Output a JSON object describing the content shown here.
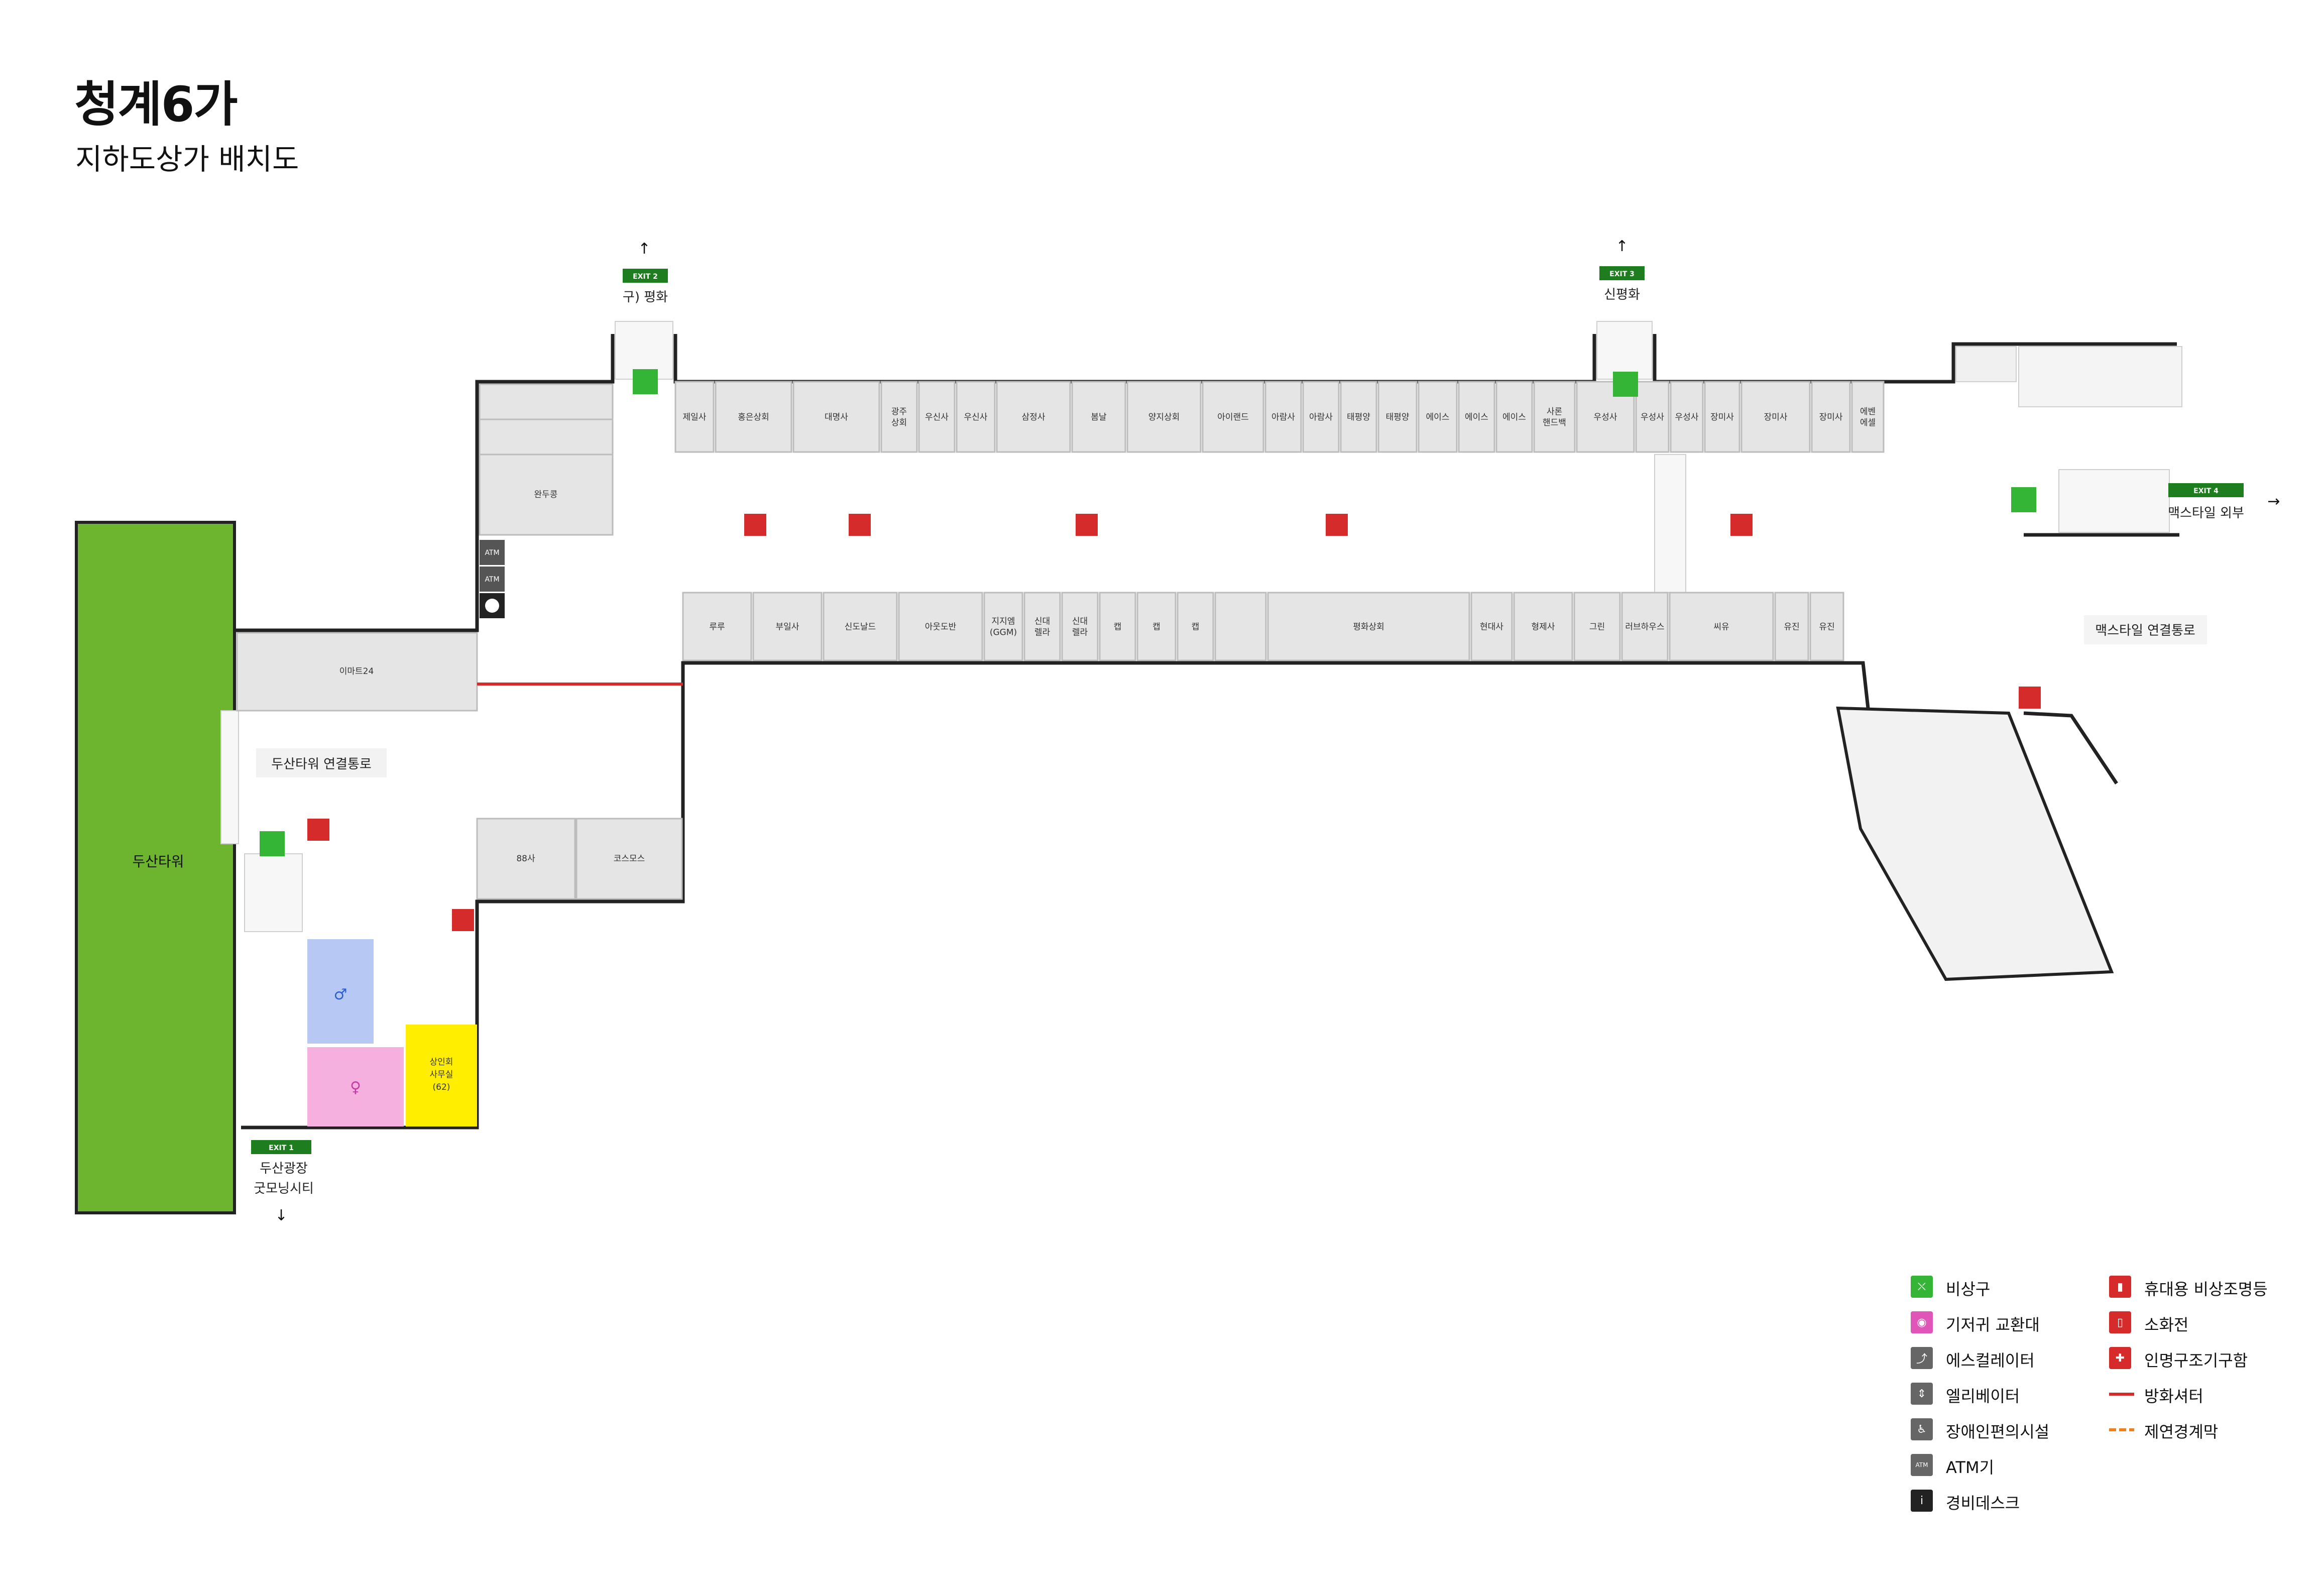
{
  "header": {
    "title": "청계6가",
    "subtitle": "지하도상가 배치도"
  },
  "exits": {
    "exit1": {
      "badge": "EXIT 1",
      "line1": "두산광장",
      "line2": "굿모닝시티"
    },
    "exit2": {
      "badge": "EXIT 2",
      "label": "구) 평화"
    },
    "exit3": {
      "badge": "EXIT 3",
      "label": "신평화"
    },
    "exit4": {
      "badge": "EXIT 4",
      "label": "맥스타일 외부"
    }
  },
  "areas": {
    "doosan_tower": "두산타워",
    "doosan_link": "두산타워 연결통로",
    "maxstyle_link": "맥스타일 연결통로",
    "emart24": "이마트24",
    "wandugong": "완두콩",
    "shop88": "88사",
    "cosmos": "코스모스",
    "office": [
      "상인회",
      "사무실",
      "(62)"
    ]
  },
  "top_shops": [
    "제일사",
    "홍은상회",
    "대명사",
    "광주\n상회",
    "우신사",
    "우신사",
    "삼정사",
    "봄날",
    "양지상회",
    "아이랜드",
    "아람사",
    "아람사",
    "태평양",
    "태평양",
    "에이스",
    "에이스",
    "에이스",
    "사론\n핸드백",
    "우성사",
    "우성사",
    "우성사",
    "장미사",
    "장미사",
    "장미사",
    "에벤\n에셀"
  ],
  "bottom_shops": [
    "루루",
    "부일사",
    "신도날드",
    "아웃도반",
    "지지엠\n(GGM)",
    "신대\n렐라",
    "신대\n렐라",
    "캡",
    "캡",
    "캡",
    "",
    "평화상회",
    "현대사",
    "형제사",
    "그린",
    "러브하우스",
    "씨유",
    "유진",
    "유진"
  ],
  "atm_labels": [
    "ATM",
    "ATM"
  ],
  "legend": [
    {
      "icon": "emergency-exit-icon",
      "color": "#35b535",
      "label": "비상구"
    },
    {
      "icon": "diaper-station-icon",
      "color": "#e055b8",
      "label": "기저귀 교환대"
    },
    {
      "icon": "escalator-icon",
      "color": "#666666",
      "label": "에스컬레이터"
    },
    {
      "icon": "elevator-icon",
      "color": "#666666",
      "label": "엘리베이터"
    },
    {
      "icon": "accessibility-icon",
      "color": "#666666",
      "label": "장애인편의시설"
    },
    {
      "icon": "atm-icon",
      "color": "#666666",
      "label": "ATM기"
    },
    {
      "icon": "security-desk-icon",
      "color": "#222222",
      "label": "경비데스크"
    },
    {
      "icon": "emergency-light-icon",
      "color": "#d62b2b",
      "label": "휴대용 비상조명등"
    },
    {
      "icon": "fire-extinguisher-icon",
      "color": "#d62b2b",
      "label": "소화전"
    },
    {
      "icon": "rescue-kit-icon",
      "color": "#d62b2b",
      "label": "인명구조기구함"
    },
    {
      "icon": "fire-shutter-icon",
      "color": "#d62b2b",
      "label": "방화셔터"
    },
    {
      "icon": "smoke-barrier-icon",
      "color": "#f07f1e",
      "label": "제연경계막"
    }
  ],
  "colors": {
    "tower": "#6db52e",
    "shop": "#e5e5e5",
    "restroom_m": "#b8c8f5",
    "restroom_f": "#f5b0e0",
    "office": "#ffee00",
    "exit": "#1e7d1e",
    "red_icon": "#d62b2b",
    "green_icon": "#35b535"
  }
}
